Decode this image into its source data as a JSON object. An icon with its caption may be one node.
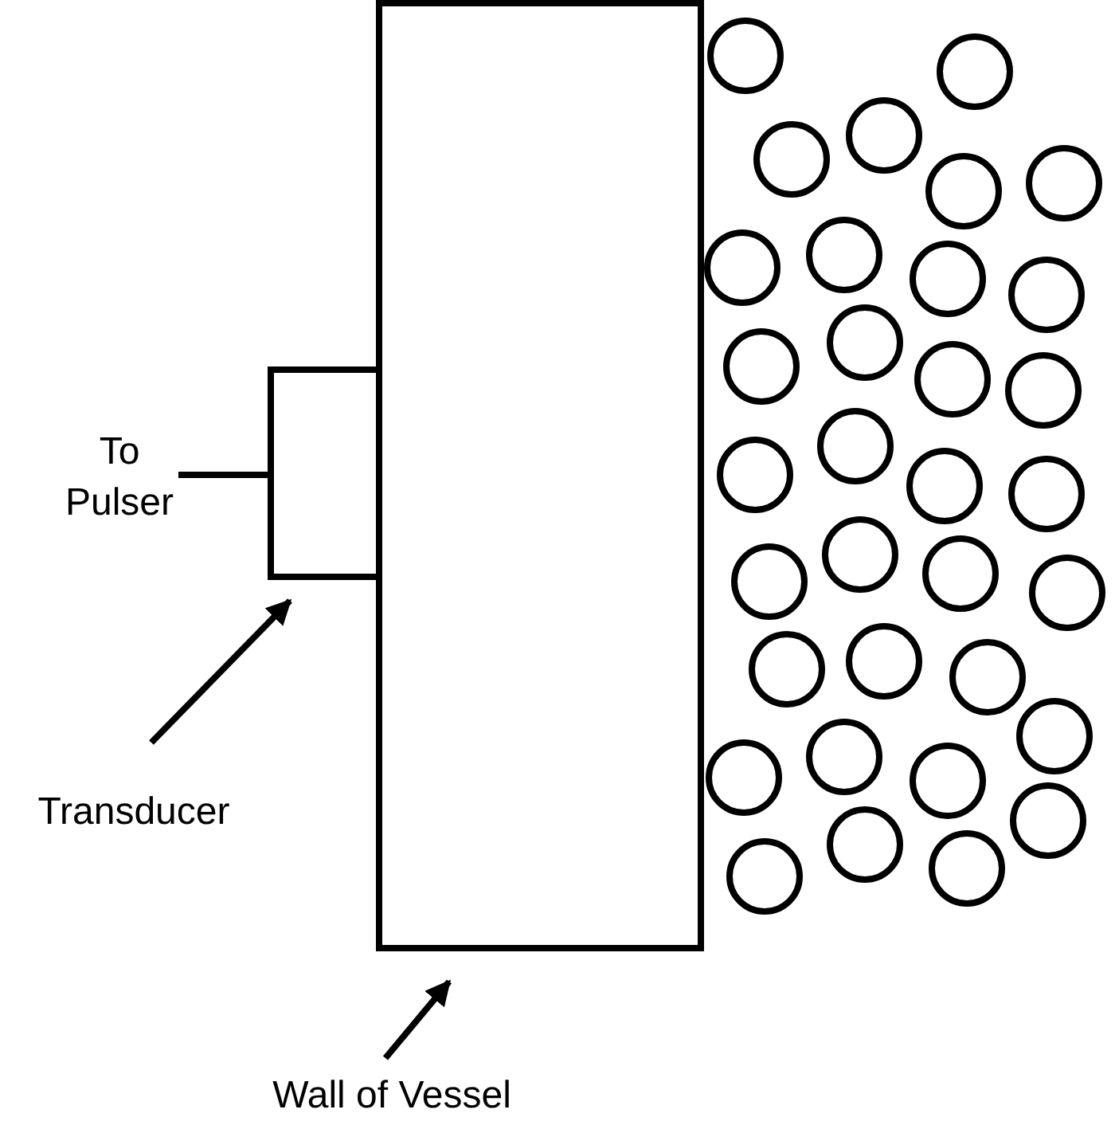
{
  "diagram": {
    "nodes": [
      {
        "text": [
          "To Pulser"
        ]
      },
      {
        "text": [],
        "shape": "box"
      },
      {
        "text": [
          "Transducer"
        ]
      },
      {
        "text": [],
        "shape": "box"
      },
      {
        "text": [
          "Wall of Vessel"
        ]
      }
    ],
    "edges": [
      {
        "from": 1,
        "to": 0,
        "arrow": "none"
      },
      {
        "from": 2,
        "to": 1,
        "arrow": "to"
      },
      {
        "from": 4,
        "to": 3,
        "arrow": "to"
      }
    ]
  }
}
